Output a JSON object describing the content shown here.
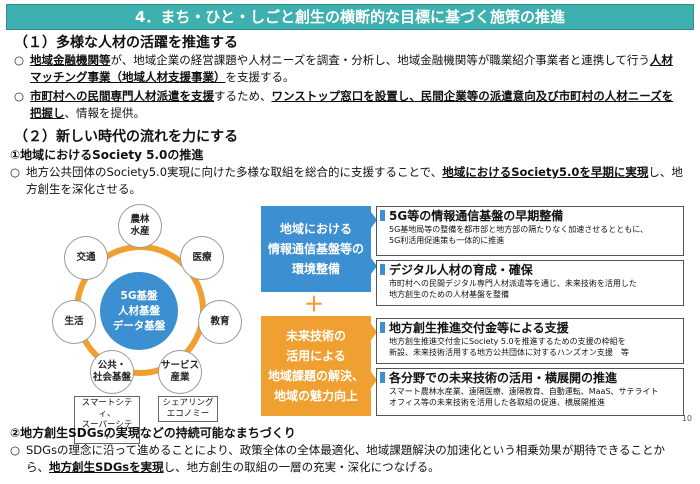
{
  "title": "4．まち・ひと・しごと創生の横断的な目標に基づく施策の推進",
  "section1": {
    "heading": "（１）多様な人材の活躍を推進する",
    "bullet": "○",
    "p1": {
      "a": "地域金融機関等",
      "b": "が、地域企業の経営課題や人材ニーズを調査・分析し、地域金融機関等が職業紹介事業者と連携して行う",
      "c": "人材マッチング事業（地域人材支援事業）",
      "d": "を支援する。"
    },
    "p2": {
      "a": "市町村への民間専門人材派遣を支援",
      "b": "するため、",
      "c": "ワンストップ窓口を設置し、民間企業等の派遣意向及び市町村の人材ニーズを把握し",
      "d": "、情報を提供。"
    }
  },
  "section2": {
    "heading": "（２）新しい時代の流れを力にする",
    "sub1": "①地域におけるSociety 5.0の推進",
    "p1": {
      "a": "地方公共団体のSociety5.0実現に向けた多様な取組を総合的に支援することで、",
      "b": "地域におけるSociety5.0を早期に実現",
      "c": "し、地方創生を深化させる。"
    },
    "sub2": "②地方創生SDGsの実現などの持続可能なまちづくり",
    "p2": {
      "a": "SDGsの理念に沿って進めることにより、政策全体の全体最適化、地域課題解決の加速化という相乗効果が期待できることから、",
      "b": "地方創生SDGsを実現",
      "c": "し、地方創生の取組の一層の充実・深化につなげる。"
    }
  },
  "diagram": {
    "center": [
      "5G基盤",
      "人材基盤",
      "データ基盤"
    ],
    "satellites": {
      "agri": [
        "農林",
        "水産"
      ],
      "medical": [
        "医療"
      ],
      "education": [
        "教育"
      ],
      "service": [
        "サービス",
        "産業"
      ],
      "public": [
        "公共・",
        "社会基盤"
      ],
      "life": [
        "生活"
      ],
      "transport": [
        "交通"
      ]
    },
    "smartcity": [
      "スマートシティ、",
      "スーパーシティ"
    ],
    "sharing": [
      "シェアリング",
      "エコノミー"
    ],
    "mid_top": [
      "地域における",
      "情報通信基盤等の",
      "環境整備"
    ],
    "mid_bottom": [
      "未来技術の",
      "活用による",
      "地域課題の解決、",
      "地域の魅力向上"
    ],
    "plus": "＋"
  },
  "right_boxes": [
    {
      "title": "5G等の情報通信基盤の早期整備",
      "desc": [
        "5G基地局等の整備を都市部と地方部の隔たりなく加速させるとともに、",
        "5G利活用促進策も一体的に推進"
      ]
    },
    {
      "title": "デジタル人材の育成・確保",
      "desc": [
        "市町村への民間デジタル専門人材派遣等を通じ、未来技術を活用した",
        "地方創生のための人材基盤を整備"
      ]
    },
    {
      "title": "地方創生推進交付金等による支援",
      "desc": [
        "地方創生推進交付金にSociety 5.0を推進するための支援の枠組を",
        "新設、未来技術活用する地方公共団体に対するハンズオン支援　等"
      ]
    },
    {
      "title": "各分野での未来技術の活用・横展開の推進",
      "desc": [
        "スマート農林水産業、遠隔医療、遠隔教育、自動運転、MaaS、サテライト",
        "オフィス等の未来技術を活用した各取組の促進、横展開推進"
      ]
    }
  ],
  "page_number": "10",
  "colors": {
    "title_bg": "#3fb0b0",
    "blue": "#3c8fd0",
    "orange": "#f0a030"
  }
}
